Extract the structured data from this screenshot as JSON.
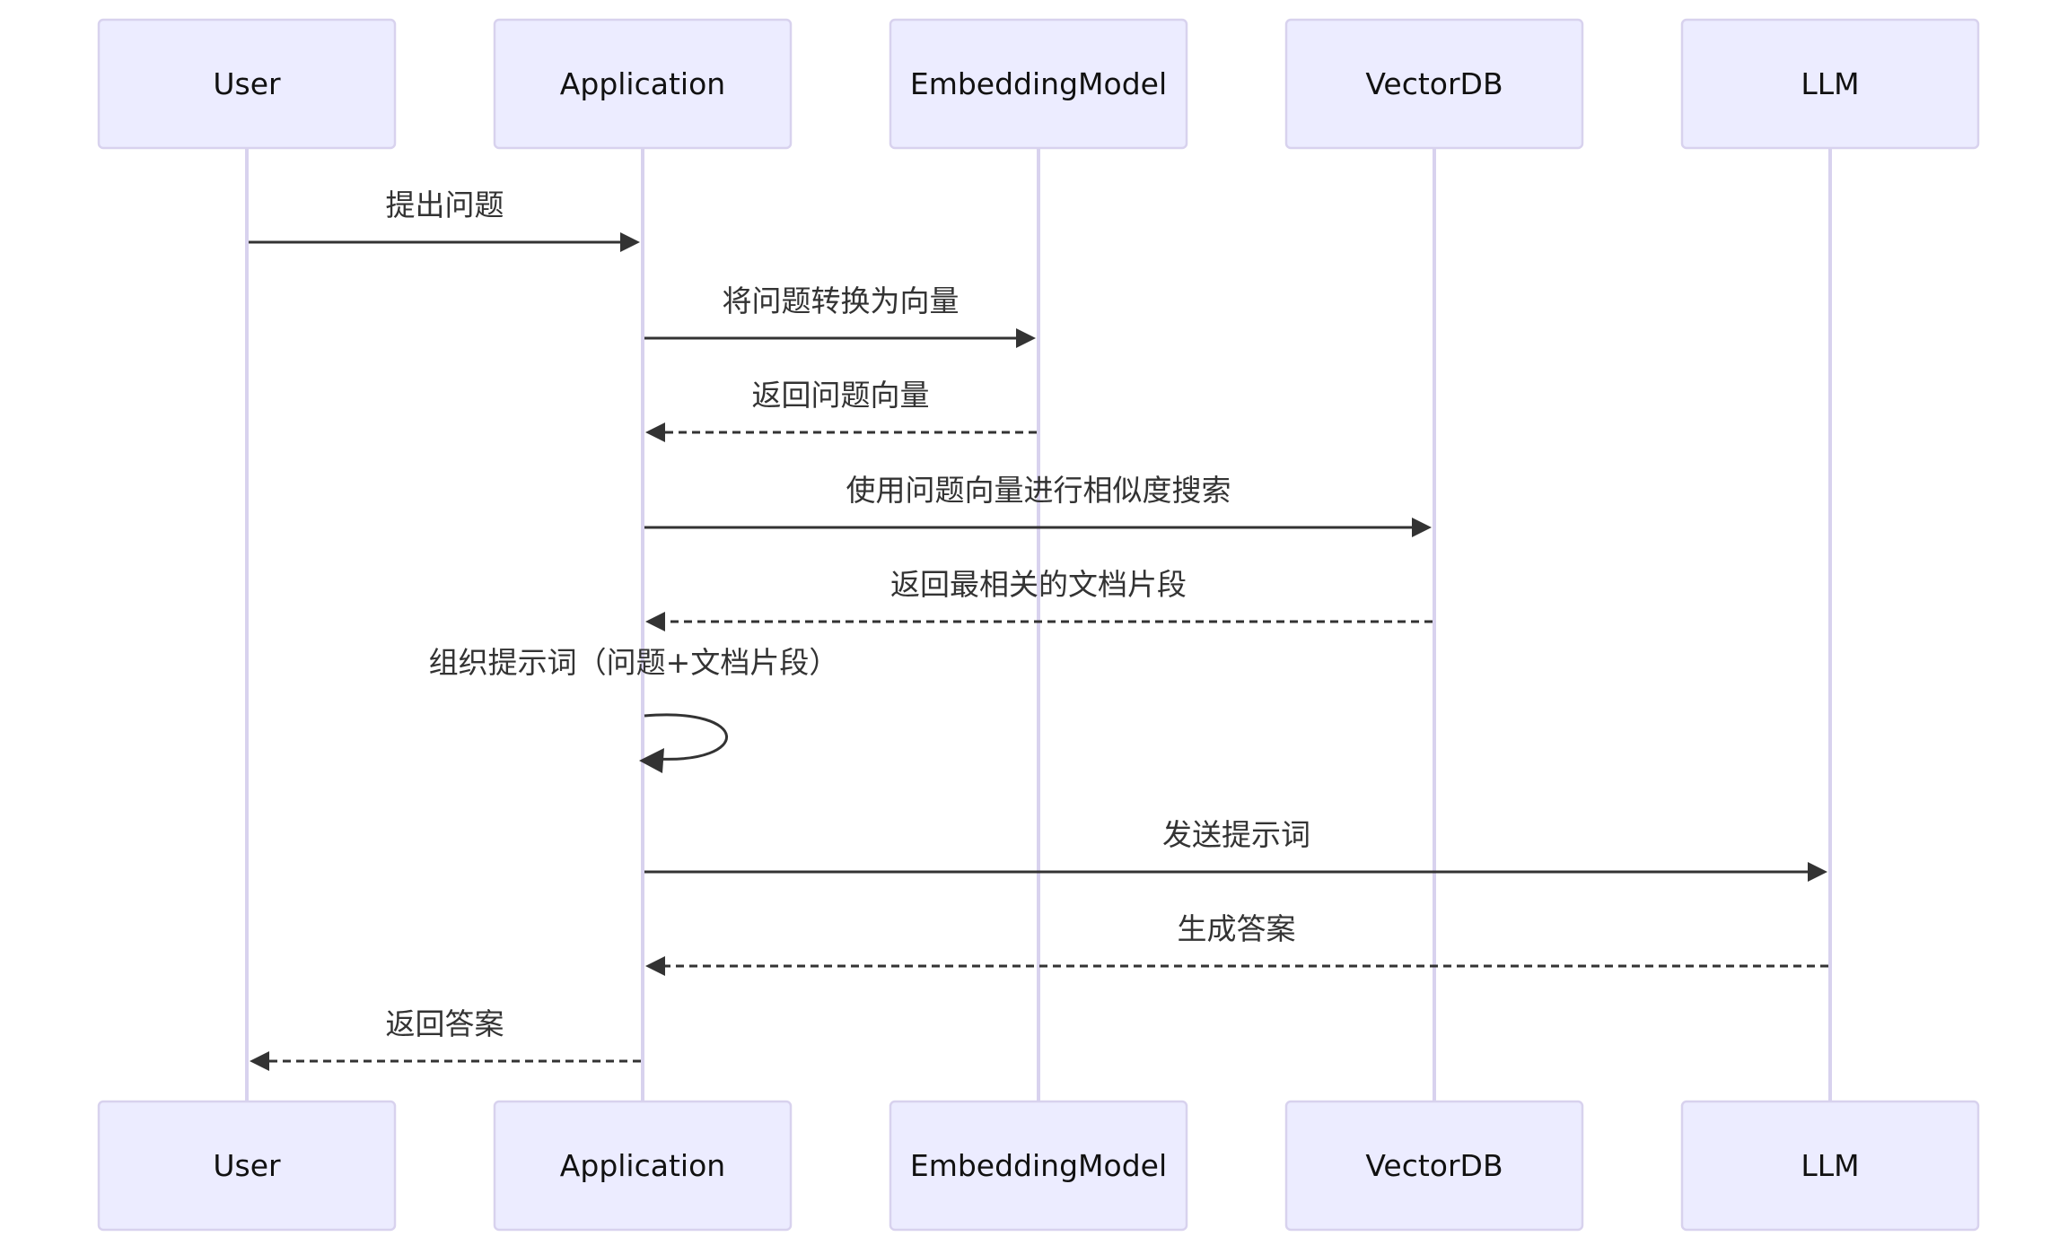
{
  "diagram": {
    "type": "sequence",
    "colors": {
      "actor_fill": "#ECECFF",
      "actor_border": "#D8D2EE",
      "lifeline": "#D8D2EE",
      "message": "#333333",
      "text": "#333333",
      "background": "#FFFFFF"
    },
    "participants": [
      {
        "id": "User",
        "label": "User"
      },
      {
        "id": "Application",
        "label": "Application"
      },
      {
        "id": "EmbeddingModel",
        "label": "EmbeddingModel"
      },
      {
        "id": "VectorDB",
        "label": "VectorDB"
      },
      {
        "id": "LLM",
        "label": "LLM"
      }
    ],
    "messages": [
      {
        "from": "User",
        "to": "Application",
        "label": "提出问题",
        "style": "solid"
      },
      {
        "from": "Application",
        "to": "EmbeddingModel",
        "label": "将问题转换为向量",
        "style": "solid"
      },
      {
        "from": "EmbeddingModel",
        "to": "Application",
        "label": "返回问题向量",
        "style": "dashed"
      },
      {
        "from": "Application",
        "to": "VectorDB",
        "label": "使用问题向量进行相似度搜索",
        "style": "solid"
      },
      {
        "from": "VectorDB",
        "to": "Application",
        "label": "返回最相关的文档片段",
        "style": "dashed"
      },
      {
        "from": "Application",
        "to": "Application",
        "label": "组织提示词（问题+文档片段）",
        "style": "solid"
      },
      {
        "from": "Application",
        "to": "LLM",
        "label": "发送提示词",
        "style": "solid"
      },
      {
        "from": "LLM",
        "to": "Application",
        "label": "生成答案",
        "style": "dashed"
      },
      {
        "from": "Application",
        "to": "User",
        "label": "返回答案",
        "style": "dashed"
      }
    ]
  }
}
